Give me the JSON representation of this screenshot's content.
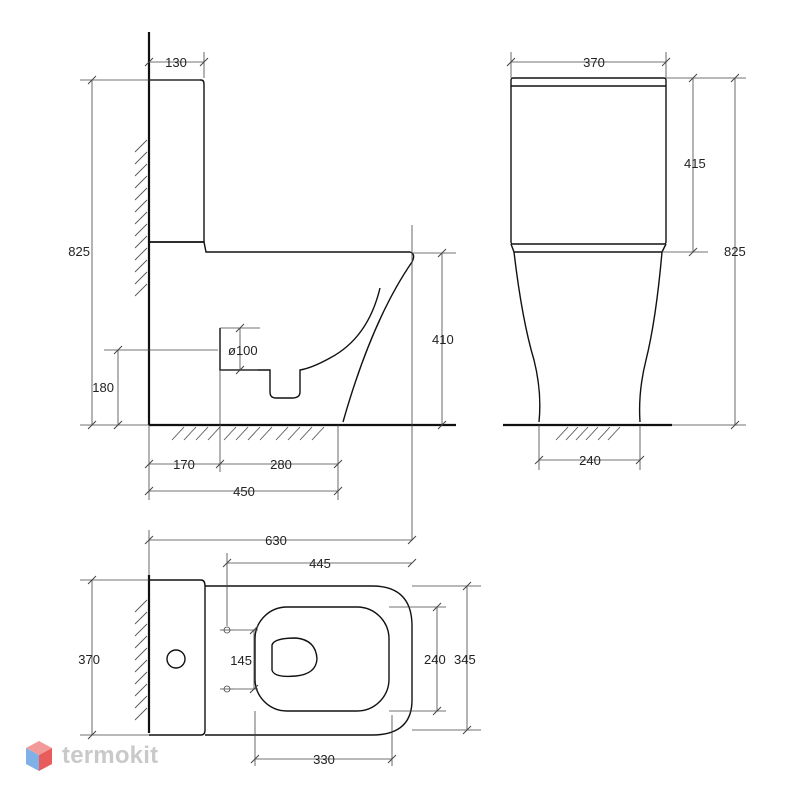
{
  "side_view": {
    "tank_depth": "130",
    "total_height": "825",
    "outlet_height": "180",
    "outlet_diameter": "ø100",
    "seat_height": "410",
    "outlet_offset": "170",
    "outlet_to_front": "280",
    "base_depth": "450"
  },
  "front_view": {
    "tank_width": "370",
    "tank_height": "415",
    "total_height": "825",
    "base_width": "240"
  },
  "top_view": {
    "total_length": "630",
    "bowl_length": "445",
    "width": "370",
    "hole_spacing": "145",
    "seat_inner_width": "240",
    "seat_width": "345",
    "seat_length": "330"
  },
  "logo": {
    "text": "termokit",
    "icon": "cube-logo-icon",
    "colors": {
      "top": "#f29a9a",
      "left": "#7fb0e6",
      "right": "#e85c5c",
      "text": "#c9c9c9"
    }
  }
}
